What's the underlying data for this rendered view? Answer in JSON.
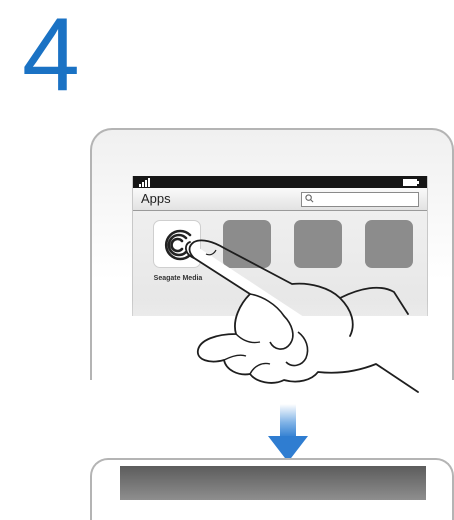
{
  "step": {
    "number": "4"
  },
  "screen": {
    "app_title": "Apps",
    "search": {
      "placeholder": ""
    },
    "tiles": [
      {
        "label": "Seagate Media",
        "icon": "seagate-media-icon"
      },
      {
        "label": "",
        "icon": "blank-app"
      },
      {
        "label": "",
        "icon": "blank-app"
      },
      {
        "label": "",
        "icon": "blank-app"
      }
    ]
  },
  "colors": {
    "step_number": "#1a72c4",
    "arrow": "#2f7dd1",
    "status_bar": "#161616",
    "tile_gray": "#8c8c8c"
  },
  "icons": {
    "signal": "signal-bars-icon",
    "battery": "battery-icon",
    "search": "search-icon",
    "arrow": "down-arrow-icon"
  }
}
